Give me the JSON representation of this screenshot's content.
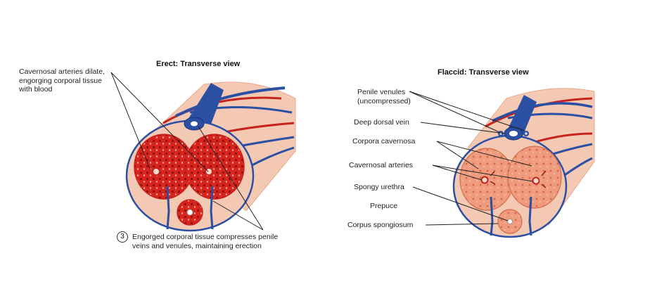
{
  "erect": {
    "title": "Erect: Transverse view",
    "label_arteries": [
      "Cavernosal arteries dilate,",
      "engorging corporal tissue",
      "with blood"
    ],
    "step_number": "3",
    "label_compress": [
      "Engorged corporal tissue compresses penile",
      "veins and venules, maintaining erection"
    ]
  },
  "flaccid": {
    "title": "Flaccid: Transverse view",
    "labels": {
      "venules": [
        "Penile venules",
        "(uncompressed)"
      ],
      "dorsal_vein": "Deep dorsal vein",
      "cavernosa": "Corpora cavernosa",
      "arteries": "Cavernosal arteries",
      "urethra": "Spongy urethra",
      "prepuce": "Prepuce",
      "spongiosum": "Corpus spongiosum"
    }
  },
  "colors": {
    "erect_tissue": "#d8241e",
    "erect_dots": "#8e0f0c",
    "flaccid_tissue": "#ef9b7d",
    "skin": "#f3c9b4",
    "vein": "#2b4fa3",
    "artery": "#c7221d"
  }
}
